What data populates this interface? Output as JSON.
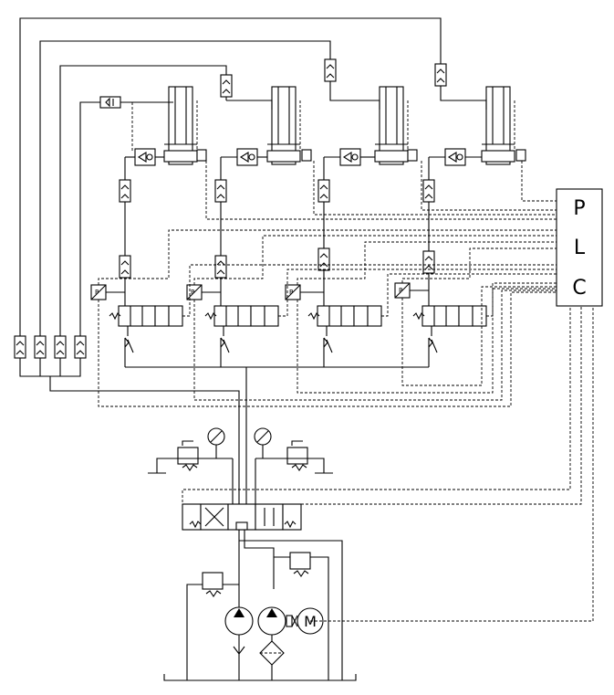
{
  "plc": {
    "letters": [
      "P",
      "L",
      "C"
    ]
  },
  "motor": {
    "label": "M"
  },
  "sensor": {
    "p_label": "P"
  },
  "actuators": [
    {
      "cyl": "cylinder-1"
    },
    {
      "cyl": "cylinder-2"
    },
    {
      "cyl": "cylinder-3"
    },
    {
      "cyl": "cylinder-4"
    }
  ]
}
